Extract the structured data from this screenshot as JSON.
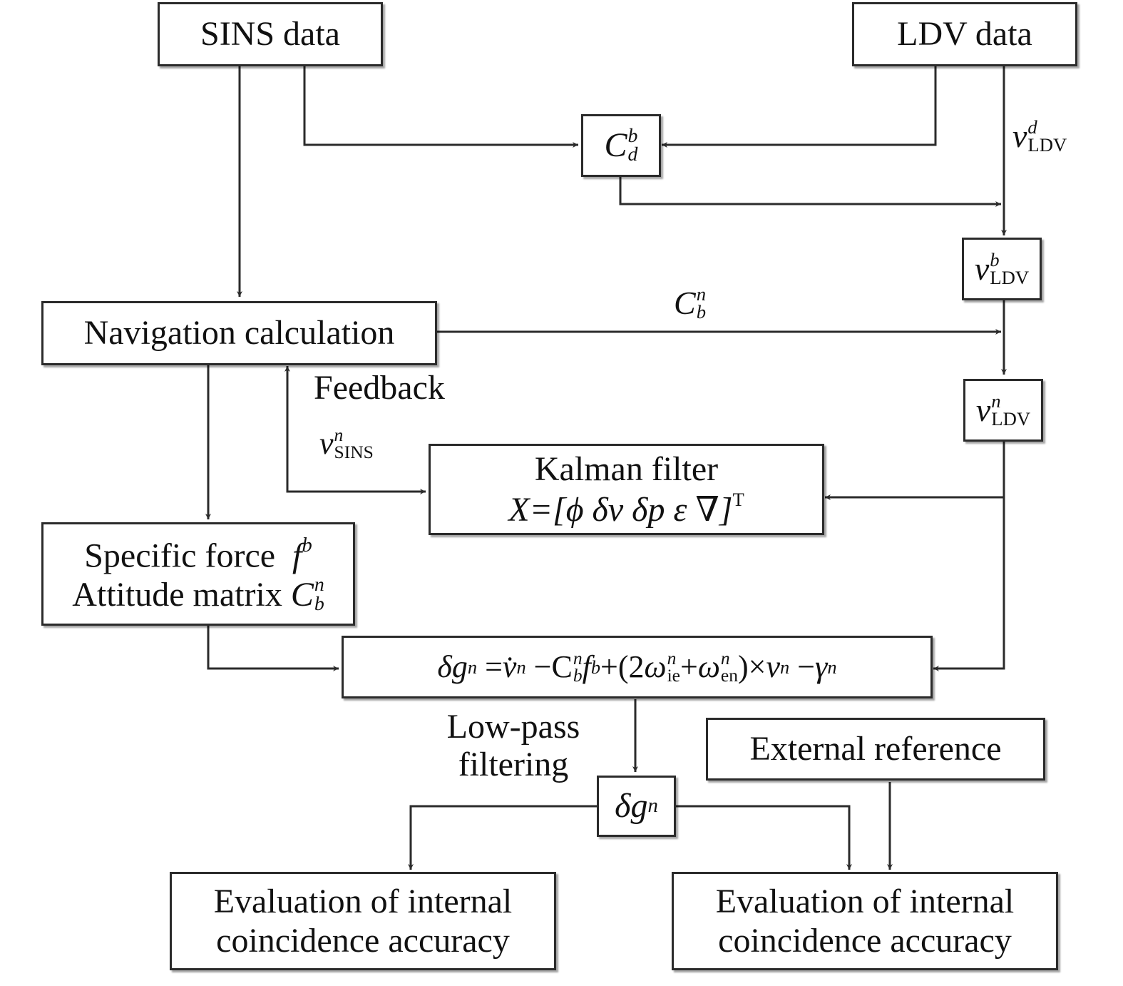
{
  "nodes": {
    "sins_data": "SINS data",
    "ldv_data": "LDV data",
    "navigation": "Navigation calculation",
    "kalman_title": "Kalman filter",
    "kalman_state": "X=[ϕ δv δp ε ∇]",
    "kalman_state_sup": "T",
    "specific_force": "Specific force",
    "attitude_matrix": "Attitude matrix",
    "equation": "δg",
    "external_reference": "External reference",
    "eval_left_line1": "Evaluation of internal",
    "eval_left_line2": "coincidence accuracy",
    "eval_right_line1": "Evaluation of internal",
    "eval_right_line2": "coincidence accuracy",
    "delta_g_symbol": "δg"
  },
  "labels": {
    "feedback": "Feedback",
    "low_pass_line1": "Low-pass",
    "low_pass_line2": "filtering",
    "cbn_symbol": "C",
    "v_symbol": "v",
    "ldv_sub": "LDV",
    "sins_sub": "SINS",
    "sup_n": "n",
    "sup_b": "b",
    "sup_d": "d",
    "sub_b": "b",
    "sub_d": "d"
  },
  "colors": {
    "stroke": "#2b2b2b",
    "text": "#111111",
    "background": "#ffffff"
  }
}
